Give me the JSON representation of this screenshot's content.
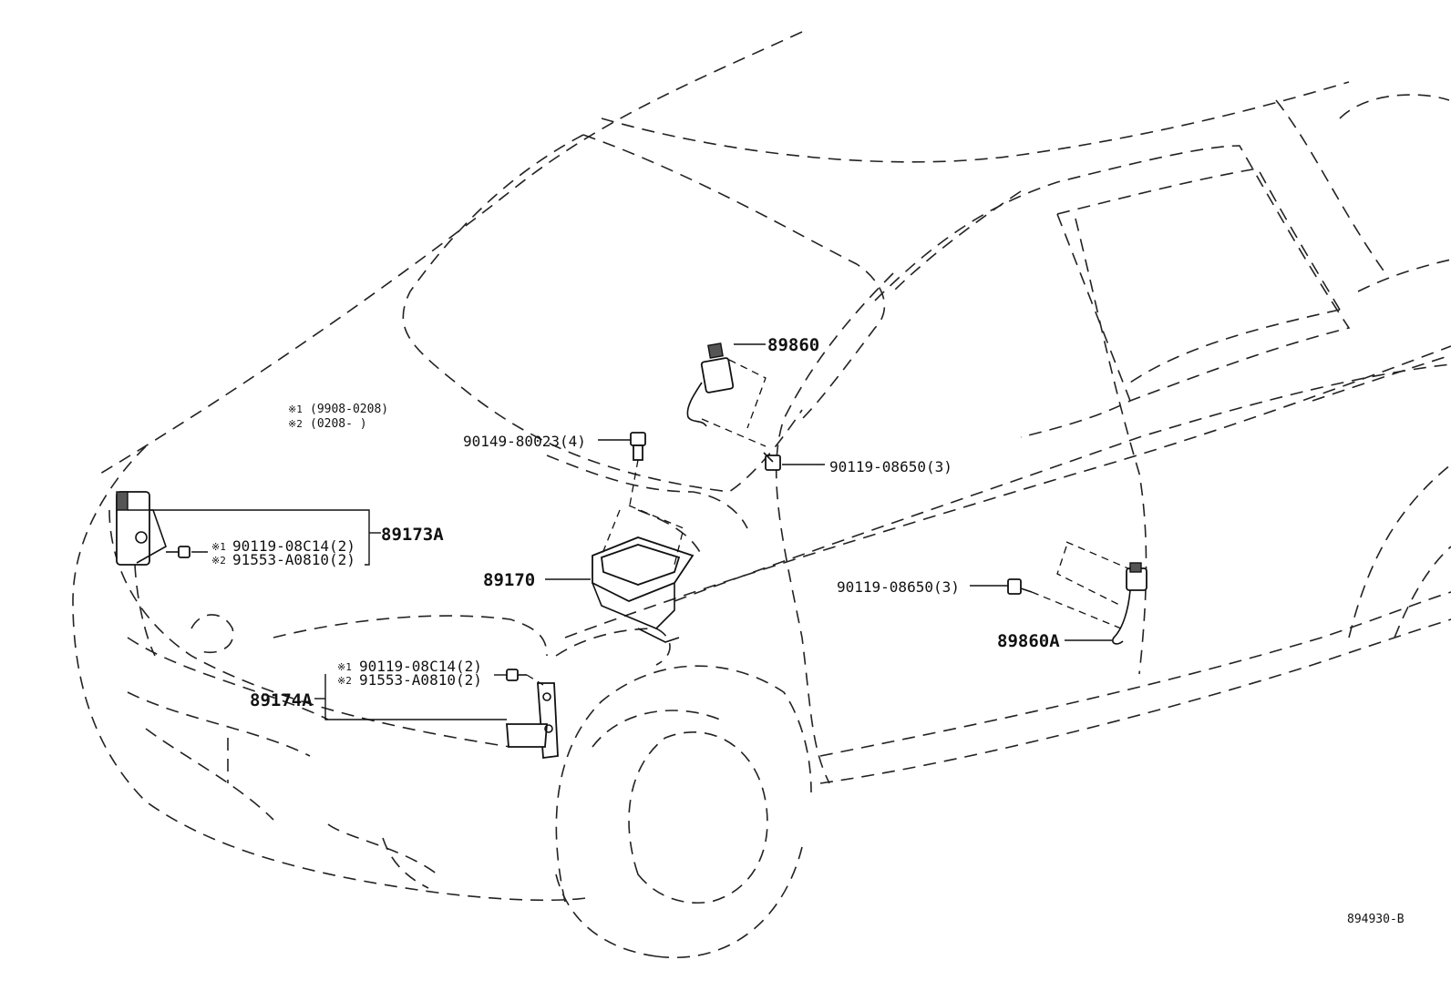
{
  "note": {
    "mark1": "※1",
    "range1": "(9908-0208)",
    "mark2": "※2",
    "range2": "(0208-      )"
  },
  "parts": {
    "p89860": "89860",
    "p90149": "90149-80023(4)",
    "p90119a": "90119-08650(3)",
    "p89173A": "89173A",
    "p90119c1": "90119-08C14(2)",
    "p91553a": "91553-A0810(2)",
    "p89170": "89170",
    "p90119b": "90119-08650(3)",
    "p89860A": "89860A",
    "p90119c2": "90119-08C14(2)",
    "p91553b": "91553-A0810(2)",
    "p89174A": "89174A"
  },
  "marks": {
    "m1": "※1",
    "m2": "※2"
  },
  "figure_id": "894930-B"
}
